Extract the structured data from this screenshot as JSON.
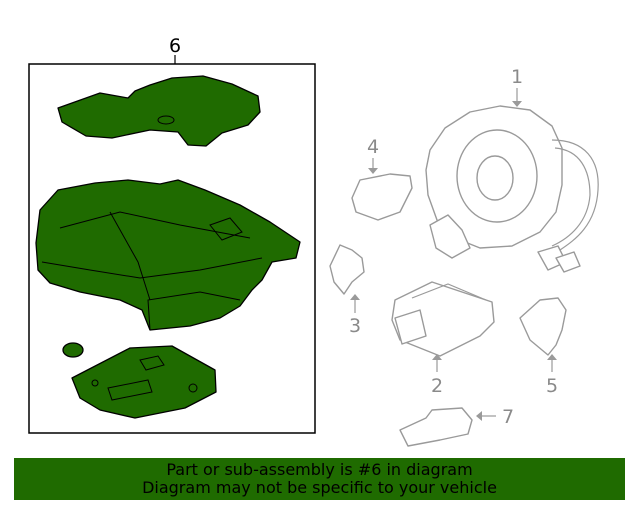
{
  "callouts": {
    "c1": "1",
    "c2": "2",
    "c3": "3",
    "c4": "4",
    "c5": "5",
    "c6": "6",
    "c7": "7"
  },
  "footer": {
    "line1": "Part or sub-assembly is #6 in diagram",
    "line2": "Diagram may not be specific to your vehicle"
  },
  "colors": {
    "highlight": "#1f6b00",
    "outline": "#9a9a9a"
  }
}
